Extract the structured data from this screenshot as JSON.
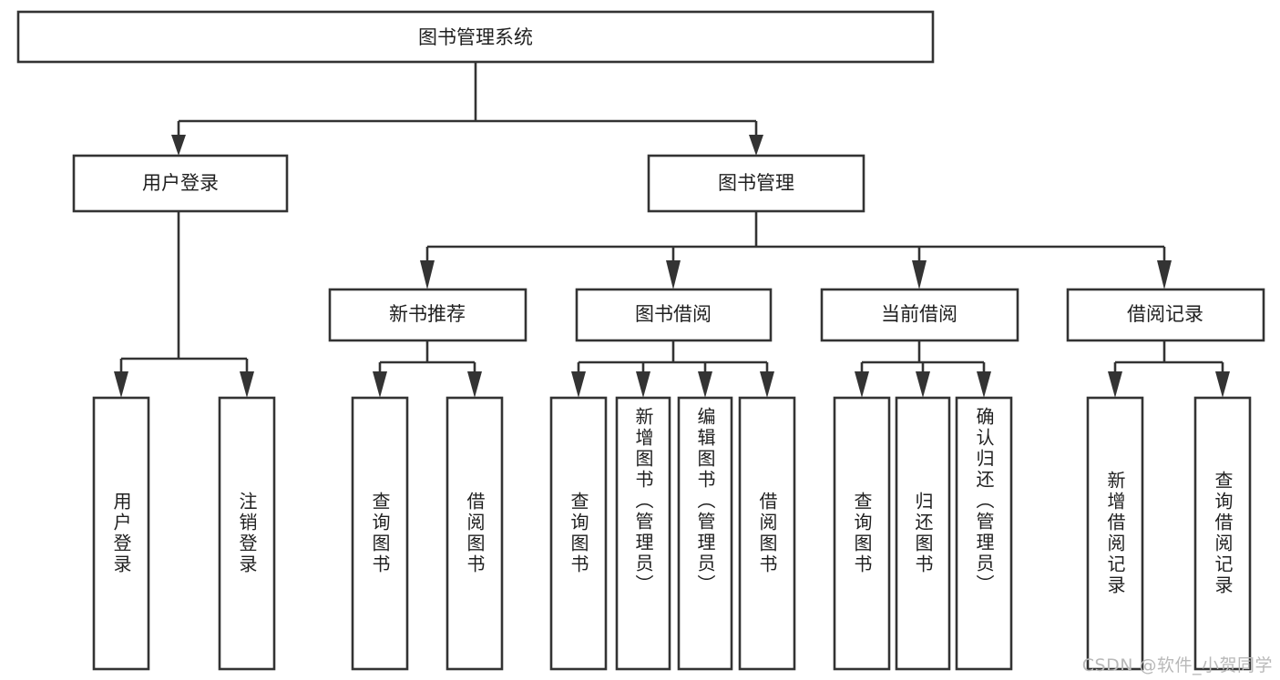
{
  "diagram": {
    "type": "tree-hierarchy",
    "orientation": "top-down",
    "title": "图书管理系统",
    "root": {
      "label": "图书管理系统",
      "orientation": "horizontal"
    },
    "level2": [
      {
        "label": "用户登录",
        "orientation": "horizontal"
      },
      {
        "label": "图书管理",
        "orientation": "horizontal"
      }
    ],
    "level3": [
      {
        "label": "新书推荐",
        "orientation": "horizontal"
      },
      {
        "label": "图书借阅",
        "orientation": "horizontal"
      },
      {
        "label": "当前借阅",
        "orientation": "horizontal"
      },
      {
        "label": "借阅记录",
        "orientation": "horizontal"
      }
    ],
    "leaves": {
      "user_login": [
        {
          "label": "用户登录",
          "orientation": "vertical"
        },
        {
          "label": "注销登录",
          "orientation": "vertical"
        }
      ],
      "new_book_recommend": [
        {
          "label": "查询图书",
          "orientation": "vertical"
        },
        {
          "label": "借阅图书",
          "orientation": "vertical"
        }
      ],
      "book_borrow": [
        {
          "label": "查询图书",
          "orientation": "vertical"
        },
        {
          "label": "新增图书（管理员）",
          "orientation": "vertical"
        },
        {
          "label": "编辑图书（管理员）",
          "orientation": "vertical"
        },
        {
          "label": "借阅图书",
          "orientation": "vertical"
        }
      ],
      "current_borrow": [
        {
          "label": "查询图书",
          "orientation": "vertical"
        },
        {
          "label": "归还图书",
          "orientation": "vertical"
        },
        {
          "label": "确认归还（管理员）",
          "orientation": "vertical"
        }
      ],
      "borrow_record": [
        {
          "label": "新增借阅记录",
          "orientation": "vertical"
        },
        {
          "label": "查询借阅记录",
          "orientation": "vertical"
        }
      ]
    },
    "watermark": "CSDN @软件_小贺同学",
    "colors": {
      "background": "#ffffff",
      "box_fill": "#ffffff",
      "box_stroke": "#333333",
      "text": "#1f1f1f",
      "watermark_text": "#b9b9b9"
    }
  }
}
